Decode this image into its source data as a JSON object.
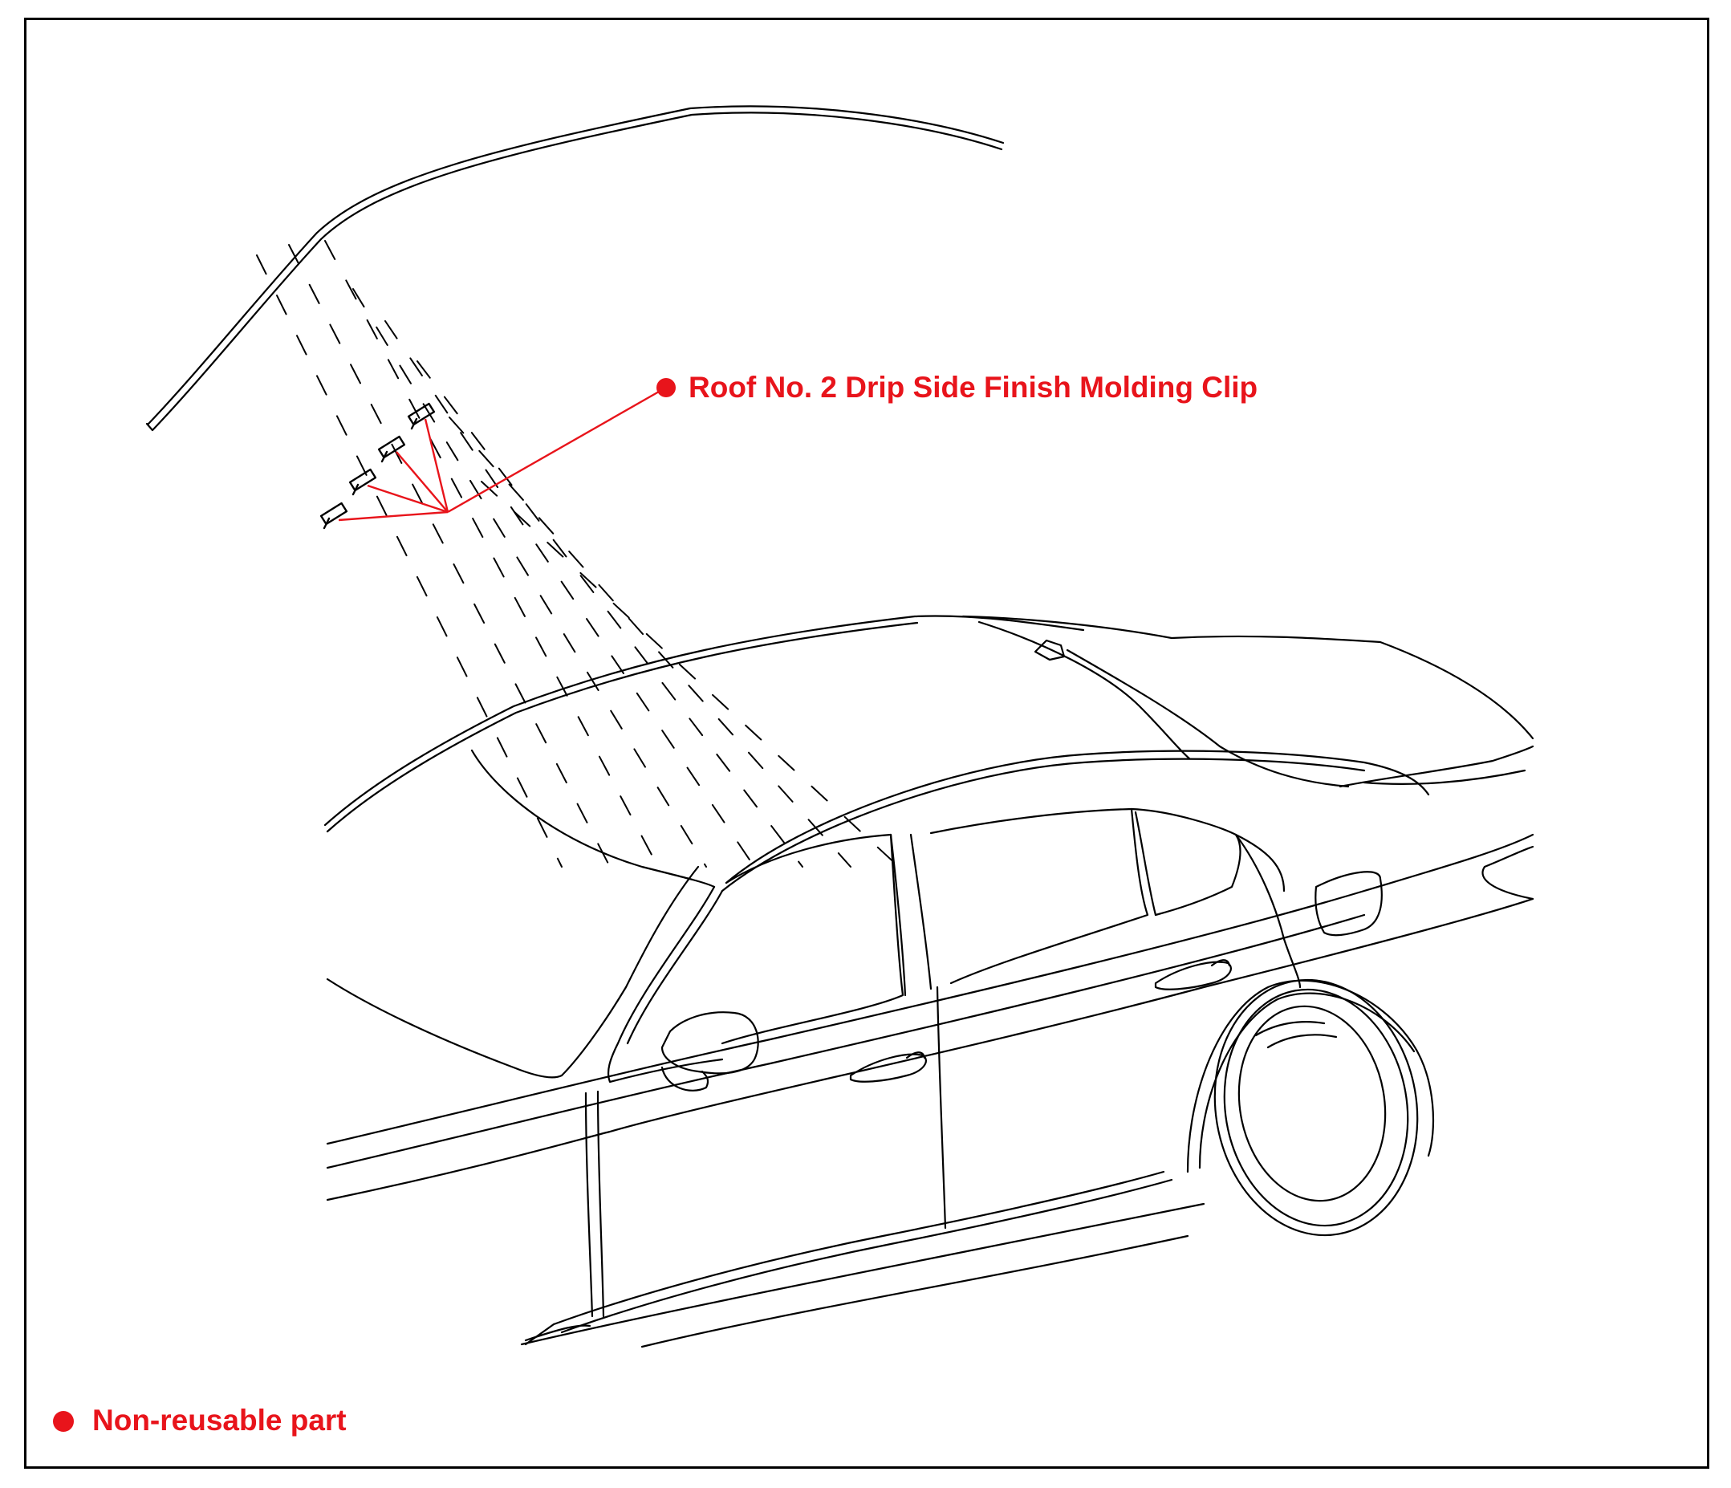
{
  "diagram": {
    "callout": {
      "label": "Roof No. 2 Drip Side Finish Molding Clip",
      "marker": "filled-circle"
    },
    "legend": {
      "marker": "filled-circle",
      "label": "Non-reusable part"
    }
  },
  "colors": {
    "accent": "#e8141b",
    "line": "#000000",
    "background": "#ffffff"
  }
}
